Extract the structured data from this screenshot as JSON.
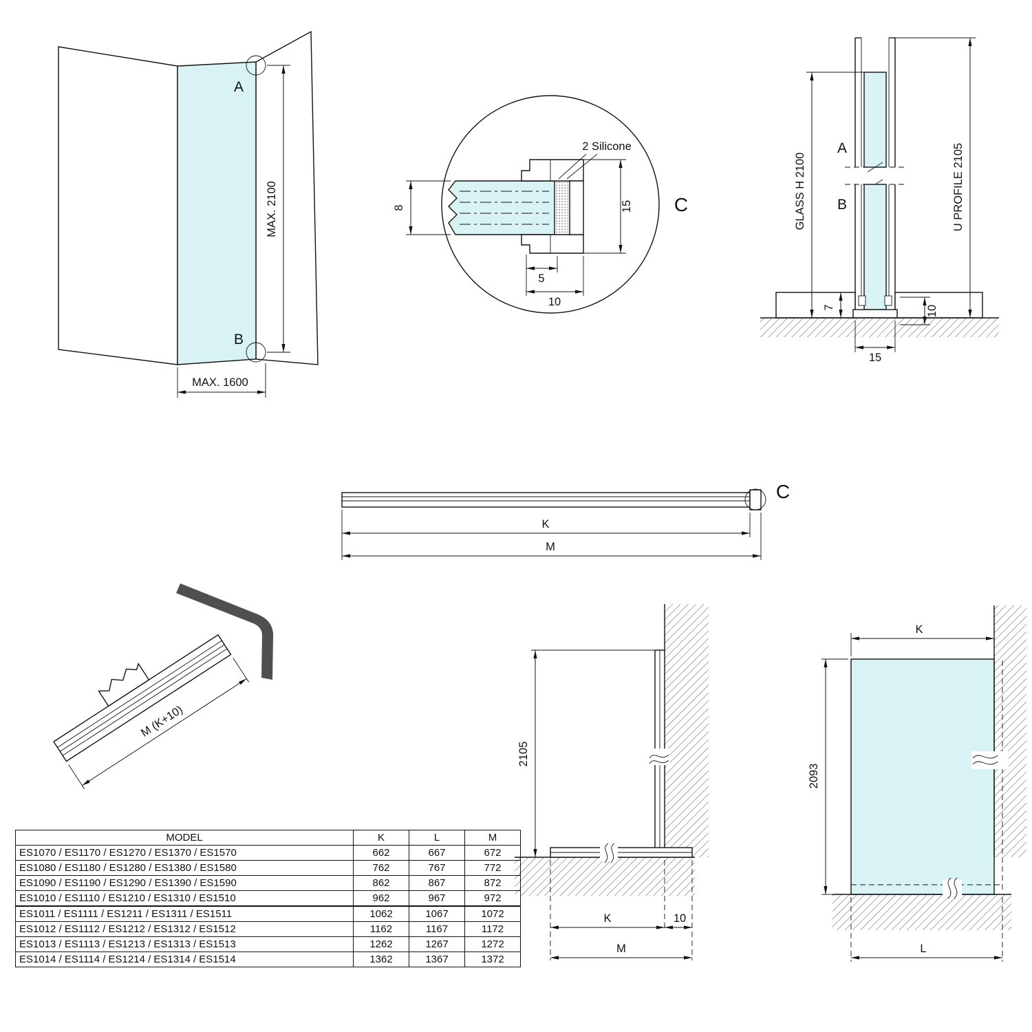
{
  "colors": {
    "glass": "#d9f3f5",
    "line": "#111111",
    "bracket": "#4f4f4f"
  },
  "corner_view": {
    "point_a": "A",
    "point_b": "B",
    "max_height": "MAX. 2100",
    "max_width": "MAX. 1600"
  },
  "detail_view": {
    "label": "C",
    "silicone_note": "2 Silicone",
    "glass_thickness": "8",
    "profile_height": "15",
    "inner_depth": "5",
    "outer_depth": "10"
  },
  "section_view": {
    "point_a": "A",
    "point_b": "B",
    "glass_height": "GLASS H 2100",
    "profile_height": "U PROFILE 2105",
    "seat_depth": "7",
    "base_height": "10",
    "profile_width": "15"
  },
  "bar_view": {
    "detail_label": "C",
    "dim_k": "K",
    "dim_m": "M"
  },
  "iso_view": {
    "length_label": "M (K+10)"
  },
  "profile_elevation": {
    "height": "2105",
    "dim_k": "K",
    "dim_10": "10",
    "dim_m": "M"
  },
  "glass_elevation": {
    "dim_k": "K",
    "height": "2093",
    "dim_l": "L"
  },
  "table": {
    "headers": {
      "model": "MODEL",
      "k": "K",
      "l": "L",
      "m": "M"
    },
    "rows": [
      {
        "model": "ES1070 / ES1170 / ES1270 / ES1370 / ES1570",
        "k": "662",
        "l": "667",
        "m": "672"
      },
      {
        "model": "ES1080 / ES1180 / ES1280 / ES1380 / ES1580",
        "k": "762",
        "l": "767",
        "m": "772"
      },
      {
        "model": "ES1090 / ES1190 / ES1290 / ES1390 / ES1590",
        "k": "862",
        "l": "867",
        "m": "872"
      },
      {
        "model": "ES1010 / ES1110 / ES1210 / ES1310 / ES1510",
        "k": "962",
        "l": "967",
        "m": "972"
      },
      {
        "model": "ES1011 / ES1111 / ES1211 / ES1311 / ES1511",
        "k": "1062",
        "l": "1067",
        "m": "1072"
      },
      {
        "model": "ES1012 / ES1112 / ES1212 / ES1312 / ES1512",
        "k": "1162",
        "l": "1167",
        "m": "1172"
      },
      {
        "model": "ES1013 / ES1113 / ES1213 / ES1313 / ES1513",
        "k": "1262",
        "l": "1267",
        "m": "1272"
      },
      {
        "model": "ES1014 / ES1114 / ES1214 / ES1314 / ES1514",
        "k": "1362",
        "l": "1367",
        "m": "1372"
      }
    ]
  }
}
